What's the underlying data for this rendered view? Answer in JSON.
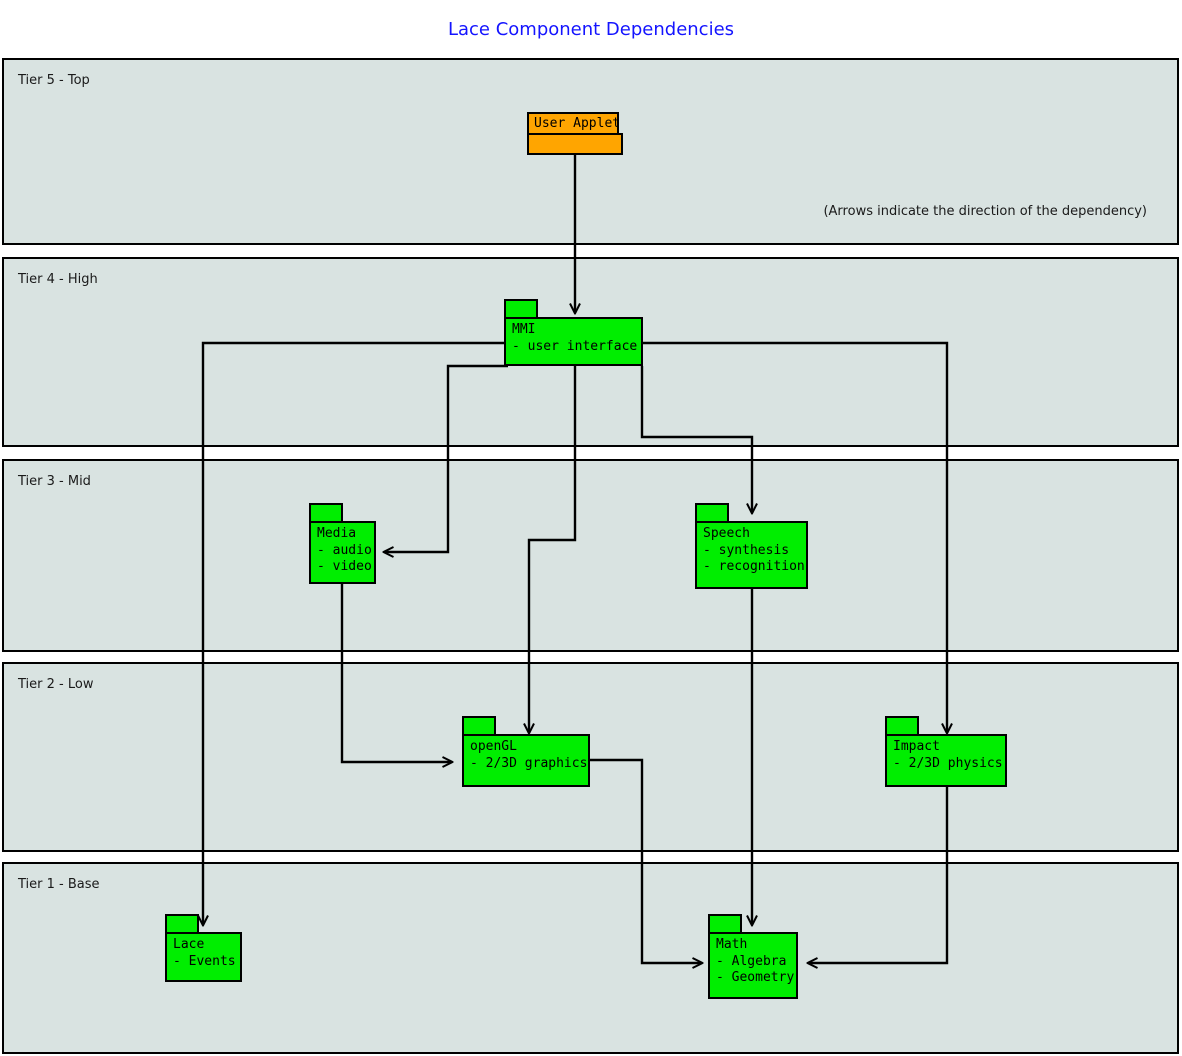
{
  "diagram": {
    "title": "Lace Component Dependencies",
    "title_color": "#1414ff",
    "note": "(Arrows indicate the direction of the dependency)",
    "package_color": "#00ee00",
    "applet_color": "#ffa500",
    "tier_color": "#d9e3e1",
    "line_color": "#000000"
  },
  "tiers": [
    {
      "label": "Tier 5 - Top"
    },
    {
      "label": "Tier 4 - High"
    },
    {
      "label": "Tier 3 - Mid"
    },
    {
      "label": "Tier 2 - Low"
    },
    {
      "label": "Tier 1 - Base"
    }
  ],
  "packages": {
    "user_applet": {
      "name": "User Applet",
      "lines": ""
    },
    "mmi": {
      "name": "MMI",
      "lines": "MMI\n- user interface"
    },
    "media": {
      "name": "Media",
      "lines": "Media\n- audio\n- video"
    },
    "speech": {
      "name": "Speech",
      "lines": "Speech\n- synthesis\n- recognition"
    },
    "opengl": {
      "name": "openGL",
      "lines": "openGL\n- 2/3D graphics"
    },
    "impact": {
      "name": "Impact",
      "lines": "Impact\n- 2/3D physics"
    },
    "lace": {
      "name": "Lace",
      "lines": "Lace\n- Events"
    },
    "math": {
      "name": "Math",
      "lines": "Math\n- Algebra\n- Geometry"
    }
  },
  "dependencies": [
    {
      "from": "User Applet",
      "to": "MMI"
    },
    {
      "from": "MMI",
      "to": "Media"
    },
    {
      "from": "MMI",
      "to": "Speech"
    },
    {
      "from": "MMI",
      "to": "openGL"
    },
    {
      "from": "MMI",
      "to": "Impact"
    },
    {
      "from": "MMI",
      "to": "Lace"
    },
    {
      "from": "Media",
      "to": "openGL"
    },
    {
      "from": "Speech",
      "to": "Math"
    },
    {
      "from": "openGL",
      "to": "Math"
    },
    {
      "from": "Impact",
      "to": "Math"
    }
  ]
}
